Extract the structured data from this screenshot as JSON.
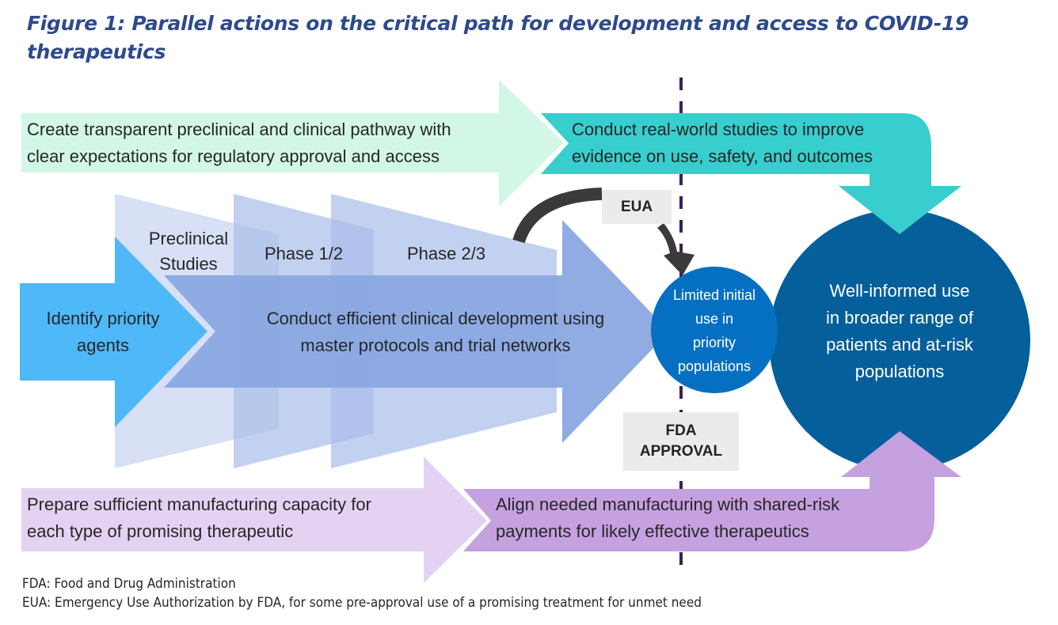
{
  "figure": {
    "title": "Figure 1: Parallel actions on the critical path for development and access to COVID-19 therapeutics",
    "title_line1": "Figure 1: Parallel actions on the critical path for development and access to COVID-19",
    "title_line2": "therapeutics"
  },
  "top_track": {
    "step1": {
      "line1": "Create transparent preclinical and clinical pathway with",
      "line2": "clear expectations for regulatory approval and access",
      "color": "#d3f7e6"
    },
    "step2": {
      "line1": "Conduct real-world studies to improve",
      "line2": "evidence on use, safety, and outcomes",
      "color": "#38cece"
    }
  },
  "middle_track": {
    "identify": {
      "line1": "Identify priority",
      "line2": "agents",
      "color": "#4fb8f8"
    },
    "phases": [
      {
        "line1": "Preclinical",
        "line2": "Studies"
      },
      {
        "line1": "Phase 1/2",
        "line2": ""
      },
      {
        "line1": "Phase 2/3",
        "line2": ""
      }
    ],
    "develop": {
      "line1": "Conduct efficient clinical development using",
      "line2": "master protocols and trial networks",
      "color": "#8aa8e2"
    }
  },
  "outcomes": {
    "limited": {
      "lines": [
        "Limited initial",
        "use in",
        "priority",
        "populations"
      ],
      "color": "#0570c2"
    },
    "broad": {
      "lines": [
        "Well-informed use",
        "in broader range of",
        "patients and at-risk",
        "populations"
      ],
      "color": "#045f9b"
    }
  },
  "milestones": {
    "eua": "EUA",
    "fda_line1": "FDA",
    "fda_line2": "APPROVAL",
    "divider_color": "#3d1f5c"
  },
  "bottom_track": {
    "step1": {
      "line1": "Prepare sufficient manufacturing capacity for",
      "line2": "each type of promising therapeutic",
      "color": "#e4d2f3"
    },
    "step2": {
      "line1": "Align needed manufacturing with shared-risk",
      "line2": "payments for likely effective therapeutics",
      "color": "#c6a1e0"
    }
  },
  "footnotes": [
    "FDA: Food and Drug Administration",
    "EUA: Emergency Use Authorization by FDA, for some pre-approval use of a promising treatment for unmet need"
  ]
}
